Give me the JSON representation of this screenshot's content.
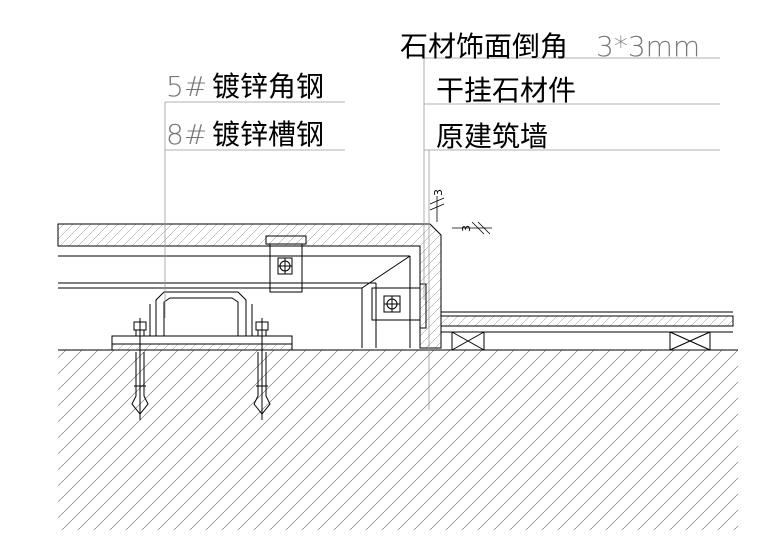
{
  "annotations": {
    "top": {
      "main": "石材饰面倒角",
      "spec": "3*3mm"
    },
    "left": [
      {
        "code": "5#",
        "text": "镀锌角钢"
      },
      {
        "code": "8#",
        "text": "镀锌槽钢"
      }
    ],
    "right": [
      {
        "text": "干挂石材件"
      },
      {
        "text": "原建筑墙"
      }
    ]
  },
  "dimensions": {
    "vertical": "3",
    "horizontal": "3"
  },
  "colors": {
    "line": "#000000",
    "leader": "#999999",
    "hatch": "#555555"
  }
}
